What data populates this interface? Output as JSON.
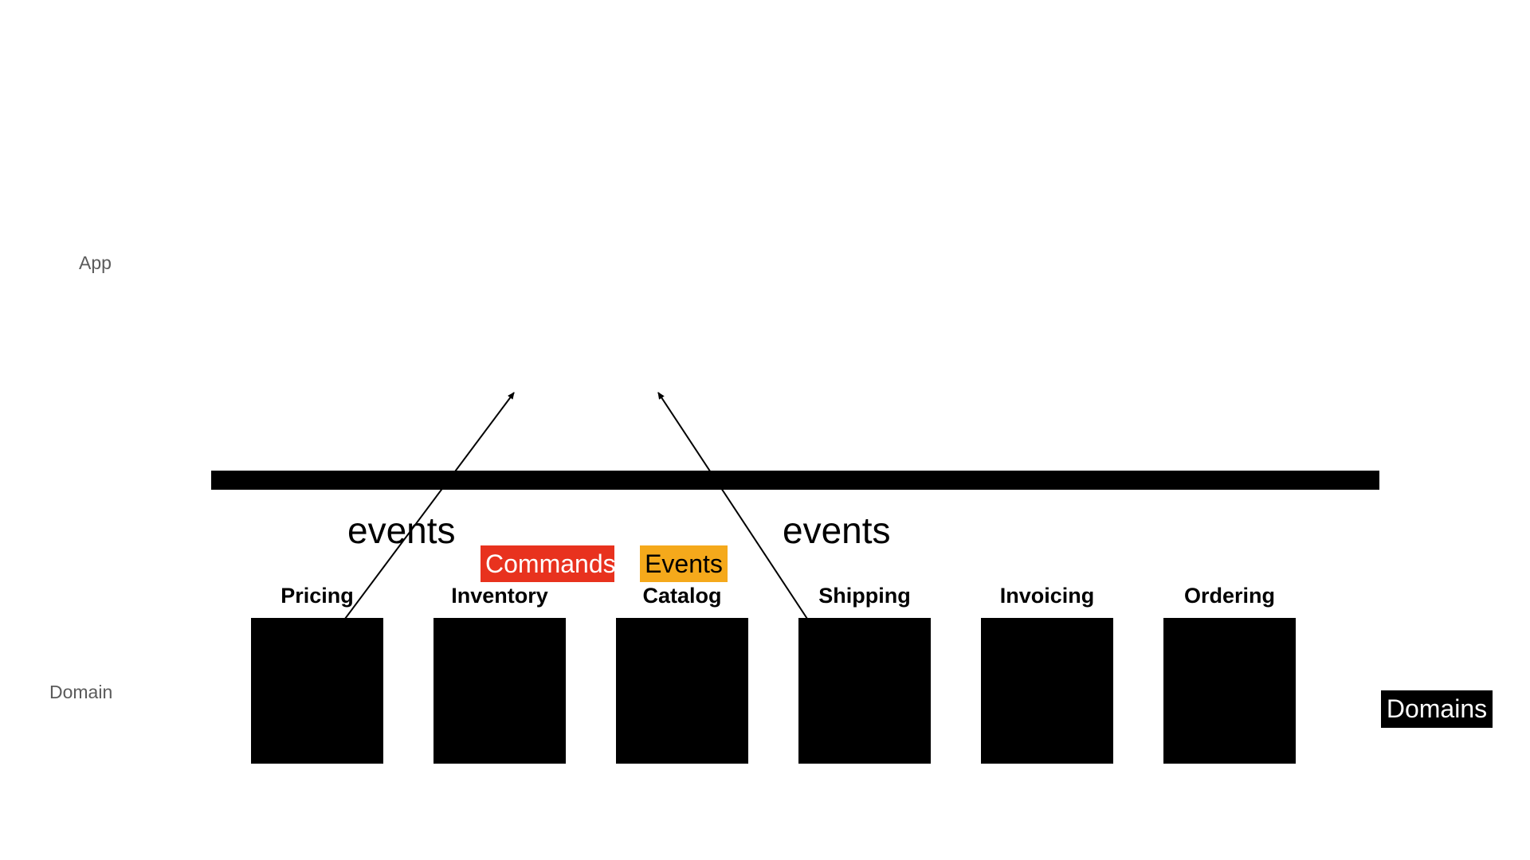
{
  "layers": {
    "app": "App",
    "domain": "Domain"
  },
  "flows": {
    "left": "events",
    "right": "events"
  },
  "legend": {
    "commands": {
      "label": "Commands",
      "bg": "#e8321e",
      "fg": "#ffffff"
    },
    "events": {
      "label": "Events",
      "bg": "#f5a91b",
      "fg": "#000000"
    }
  },
  "domains_tag": {
    "label": "Domains",
    "bg": "#000000",
    "fg": "#ffffff"
  },
  "domains": [
    {
      "name": "Pricing"
    },
    {
      "name": "Inventory"
    },
    {
      "name": "Catalog"
    },
    {
      "name": "Shipping"
    },
    {
      "name": "Invoicing"
    },
    {
      "name": "Ordering"
    }
  ],
  "colors": {
    "box": "#000000",
    "bar": "#000000",
    "arrow": "#000000",
    "layer_label": "#5a5a5a"
  }
}
